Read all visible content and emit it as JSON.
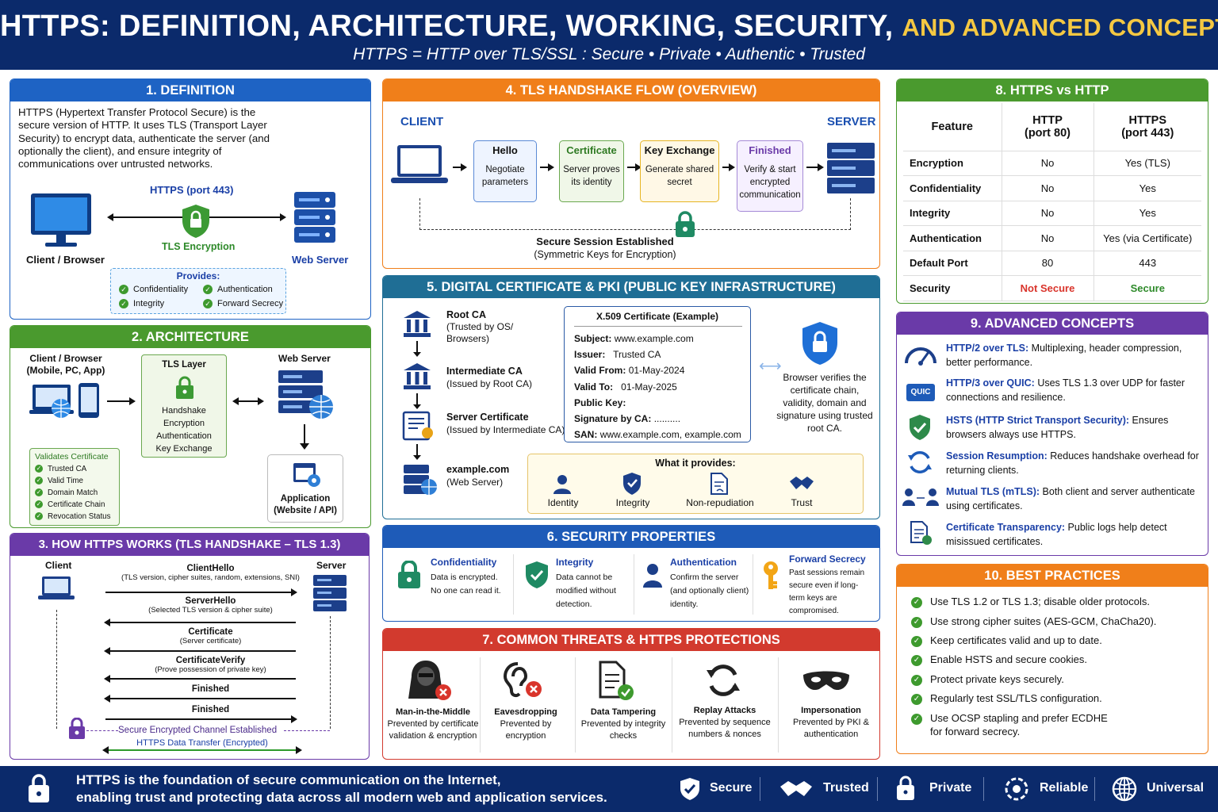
{
  "header": {
    "title": "HTTPS: DEFINITION, ARCHITECTURE, WORKING, SECURITY,",
    "title_hl": "AND ADVANCED CONCEPTS",
    "subtitle": "HTTPS = HTTP over TLS/SSL : Secure • Private • Authentic • Trusted"
  },
  "definition": {
    "title": "1. DEFINITION",
    "text": "HTTPS (Hypertext Transfer Protocol Secure) is the secure version of HTTP. It uses TLS (Transport Layer Security) to encrypt data, authenticate the server (and optionally the client), and ensure integrity of communications over untrusted networks.",
    "port": "HTTPS (port 443)",
    "client": "Client / Browser",
    "server": "Web Server",
    "tls": "TLS Encryption",
    "provides": "Provides:",
    "items": [
      "Confidentiality",
      "Authentication",
      "Integrity",
      "Forward Secrecy"
    ]
  },
  "architecture": {
    "title": "2. ARCHITECTURE",
    "client": "Client / Browser\n(Mobile, PC, App)",
    "tls_title": "TLS Layer",
    "tls_items": [
      "Handshake",
      "Encryption",
      "Authentication",
      "Key Exchange"
    ],
    "server": "Web Server",
    "app": "Application\n(Website / API)",
    "validates": "Validates Certificate",
    "checks": [
      "Trusted CA",
      "Valid Time",
      "Domain Match",
      "Certificate Chain",
      "Revocation Status"
    ]
  },
  "how": {
    "title": "3. HOW HTTPS WORKS (TLS HANDSHAKE – TLS 1.3)",
    "client": "Client",
    "server": "Server",
    "messages": [
      {
        "t": "ClientHello",
        "s": "(TLS version, cipher suites, random, extensions, SNI)"
      },
      {
        "t": "ServerHello",
        "s": "(Selected TLS version & cipher suite)"
      },
      {
        "t": "Certificate",
        "s": "(Server certificate)"
      },
      {
        "t": "CertificateVerify",
        "s": "(Prove possession of private key)"
      },
      {
        "t": "Finished",
        "s": ""
      },
      {
        "t": "Finished",
        "s": ""
      }
    ],
    "channel": "Secure Encrypted Channel Established",
    "transfer": "HTTPS Data Transfer (Encrypted)"
  },
  "handshake": {
    "title": "4. TLS HANDSHAKE FLOW (OVERVIEW)",
    "client": "CLIENT",
    "server": "SERVER",
    "steps": [
      {
        "t": "Hello",
        "s": "Negotiate parameters"
      },
      {
        "t": "Certificate",
        "s": "Server proves its identity"
      },
      {
        "t": "Key Exchange",
        "s": "Generate shared secret"
      },
      {
        "t": "Finished",
        "s": "Verify & start encrypted communication"
      }
    ],
    "session": "Secure Session Established",
    "session_sub": "(Symmetric Keys for Encryption)"
  },
  "pki": {
    "title": "5. DIGITAL CERTIFICATE & PKI (PUBLIC KEY INFRASTRUCTURE)",
    "chain": [
      {
        "t": "Root CA",
        "s": "(Trusted by OS/ Browsers)"
      },
      {
        "t": "Intermediate CA",
        "s": "(Issued by Root CA)"
      },
      {
        "t": "Server Certificate",
        "s": "(Issued by Intermediate CA)"
      },
      {
        "t": "example.com",
        "s": "(Web Server)"
      }
    ],
    "cert_title": "X.509 Certificate (Example)",
    "cert": [
      {
        "k": "Subject:",
        "v": "www.example.com"
      },
      {
        "k": "Issuer:",
        "v": "Trusted CA"
      },
      {
        "k": "Valid From:",
        "v": "01-May-2024"
      },
      {
        "k": "Valid To:",
        "v": "01-May-2025"
      },
      {
        "k": "Public Key:",
        "v": ""
      },
      {
        "k": "Signature by CA:",
        "v": ".........."
      },
      {
        "k": "SAN:",
        "v": "www.example.com, example.com"
      }
    ],
    "verify": "Browser verifies the certificate chain, validity, domain and signature using trusted root CA.",
    "provides": "What it provides:",
    "provides_items": [
      "Identity",
      "Integrity",
      "Non-repudiation",
      "Trust"
    ]
  },
  "security": {
    "title": "6. SECURITY PROPERTIES",
    "items": [
      {
        "t": "Confidentiality",
        "s": "Data is encrypted. No one can read it."
      },
      {
        "t": "Integrity",
        "s": "Data cannot be modified without detection."
      },
      {
        "t": "Authentication",
        "s": "Confirm the server (and optionally client) identity."
      },
      {
        "t": "Forward Secrecy",
        "s": "Past sessions remain secure even if long-term keys are compromised."
      }
    ]
  },
  "threats": {
    "title": "7. COMMON THREATS & HTTPS PROTECTIONS",
    "items": [
      {
        "t": "Man-in-the-Middle",
        "s": "Prevented by certificate validation & encryption"
      },
      {
        "t": "Eavesdropping",
        "s": "Prevented by encryption"
      },
      {
        "t": "Data Tampering",
        "s": "Prevented by integrity checks"
      },
      {
        "t": "Replay Attacks",
        "s": "Prevented by sequence numbers & nonces"
      },
      {
        "t": "Impersonation",
        "s": "Prevented by PKI & authentication"
      }
    ]
  },
  "compare": {
    "title": "8. HTTPS vs HTTP",
    "head": [
      "Feature",
      "HTTP\n(port 80)",
      "HTTPS\n(port 443)"
    ],
    "rows": [
      [
        "Encryption",
        "No",
        "Yes (TLS)"
      ],
      [
        "Confidentiality",
        "No",
        "Yes"
      ],
      [
        "Integrity",
        "No",
        "Yes"
      ],
      [
        "Authentication",
        "No",
        "Yes (via Certificate)"
      ],
      [
        "Default Port",
        "80",
        "443"
      ],
      [
        "Security",
        "Not Secure",
        "Secure"
      ]
    ]
  },
  "advanced": {
    "title": "9. ADVANCED CONCEPTS",
    "quic": "QUIC",
    "items": [
      {
        "k": "HTTP/2 over TLS:",
        "v": "Multiplexing, header compression, better performance."
      },
      {
        "k": "HTTP/3 over QUIC:",
        "v": "Uses TLS 1.3 over UDP for faster connections and resilience."
      },
      {
        "k": "HSTS (HTTP Strict Transport Security):",
        "v": "Ensures browsers always use HTTPS."
      },
      {
        "k": "Session Resumption:",
        "v": "Reduces handshake overhead for returning clients."
      },
      {
        "k": "Mutual TLS (mTLS):",
        "v": "Both client and server authenticate using certificates."
      },
      {
        "k": "Certificate Transparency:",
        "v": "Public logs help detect misissued certificates."
      }
    ]
  },
  "best": {
    "title": "10. BEST PRACTICES",
    "items": [
      "Use TLS 1.2 or TLS 1.3; disable older protocols.",
      "Use strong cipher suites (AES-GCM, ChaCha20).",
      "Keep certificates valid and up to date.",
      "Enable HSTS and secure cookies.",
      "Protect private keys securely.",
      "Regularly test SSL/TLS configuration.",
      "Use OCSP stapling and prefer ECDHE for forward secrecy."
    ]
  },
  "footer": {
    "text1": "HTTPS is the foundation of secure communication on the Internet,",
    "text2": "enabling trust and protecting data across all modern web and application services.",
    "badges": [
      "Secure",
      "Trusted",
      "Private",
      "Reliable",
      "Universal"
    ]
  },
  "colors": {
    "navy": "#0b2a6b",
    "gold": "#f5c842",
    "blue": "#1e63c4",
    "green": "#4a9a2e",
    "purple": "#6a3aa8",
    "orange": "#f07f1a",
    "red": "#d23a2e"
  }
}
